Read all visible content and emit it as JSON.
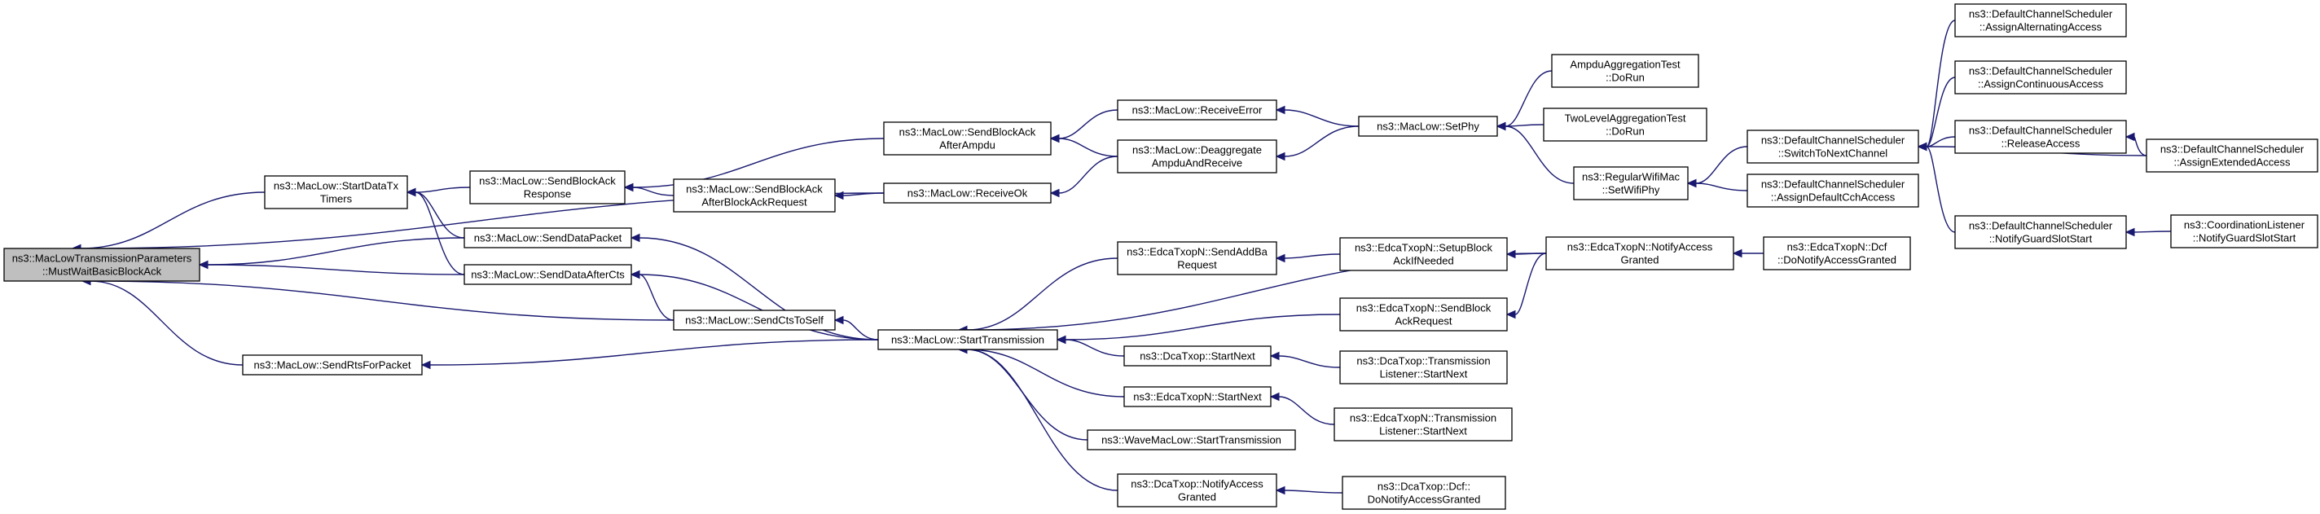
{
  "diagram": {
    "title": "",
    "nodes": [
      {
        "id": "n1",
        "lines": [
          "ns3::MacLowTransmissionParameters",
          "::MustWaitBasicBlockAck"
        ],
        "root": true
      },
      {
        "id": "n2",
        "lines": [
          "ns3::MacLow::StartDataTx",
          "Timers"
        ]
      },
      {
        "id": "n3",
        "lines": [
          "ns3::MacLow::SendDataPacket"
        ]
      },
      {
        "id": "n4",
        "lines": [
          "ns3::MacLow::SendDataAfterCts"
        ]
      },
      {
        "id": "n5",
        "lines": [
          "ns3::MacLow::SendRtsForPacket"
        ]
      },
      {
        "id": "n6",
        "lines": [
          "ns3::MacLow::SendBlockAck",
          "Response"
        ]
      },
      {
        "id": "n7",
        "lines": [
          "ns3::MacLow::SendBlockAck",
          "AfterBlockAckRequest"
        ]
      },
      {
        "id": "n8",
        "lines": [
          "ns3::MacLow::SendCtsToSelf"
        ]
      },
      {
        "id": "n9",
        "lines": [
          "ns3::MacLow::SendBlockAck",
          "AfterAmpdu"
        ]
      },
      {
        "id": "n10",
        "lines": [
          "ns3::MacLow::ReceiveOk"
        ]
      },
      {
        "id": "n11",
        "lines": [
          "ns3::MacLow::StartTransmission"
        ]
      },
      {
        "id": "n12",
        "lines": [
          "ns3::MacLow::ReceiveError"
        ]
      },
      {
        "id": "n13",
        "lines": [
          "ns3::MacLow::Deaggregate",
          "AmpduAndReceive"
        ]
      },
      {
        "id": "n14",
        "lines": [
          "ns3::EdcaTxopN::SendAddBa",
          "Request"
        ]
      },
      {
        "id": "n15",
        "lines": [
          "ns3::DcaTxop::StartNext"
        ]
      },
      {
        "id": "n16",
        "lines": [
          "ns3::EdcaTxopN::StartNext"
        ]
      },
      {
        "id": "n17",
        "lines": [
          "ns3::WaveMacLow::StartTransmission"
        ]
      },
      {
        "id": "n18",
        "lines": [
          "ns3::DcaTxop::NotifyAccess",
          "Granted"
        ]
      },
      {
        "id": "n19",
        "lines": [
          "ns3::MacLow::SetPhy"
        ]
      },
      {
        "id": "n20",
        "lines": [
          "ns3::EdcaTxopN::SetupBlock",
          "AckIfNeeded"
        ]
      },
      {
        "id": "n21",
        "lines": [
          "ns3::EdcaTxopN::SendBlock",
          "AckRequest"
        ]
      },
      {
        "id": "n22",
        "lines": [
          "ns3::DcaTxop::Transmission",
          "Listener::StartNext"
        ]
      },
      {
        "id": "n23",
        "lines": [
          "ns3::EdcaTxopN::Transmission",
          "Listener::StartNext"
        ]
      },
      {
        "id": "n24",
        "lines": [
          "ns3::DcaTxop::Dcf::",
          "DoNotifyAccessGranted"
        ]
      },
      {
        "id": "n25",
        "lines": [
          "AmpduAggregationTest",
          "::DoRun"
        ]
      },
      {
        "id": "n26",
        "lines": [
          "TwoLevelAggregationTest",
          "::DoRun"
        ]
      },
      {
        "id": "n27",
        "lines": [
          "ns3::RegularWifiMac",
          "::SetWifiPhy"
        ]
      },
      {
        "id": "n28",
        "lines": [
          "ns3::EdcaTxopN::NotifyAccess",
          "Granted"
        ]
      },
      {
        "id": "n29",
        "lines": [
          "ns3::DefaultChannelScheduler",
          "::SwitchToNextChannel"
        ]
      },
      {
        "id": "n30",
        "lines": [
          "ns3::DefaultChannelScheduler",
          "::AssignDefaultCchAccess"
        ]
      },
      {
        "id": "n31",
        "lines": [
          "ns3::EdcaTxopN::Dcf",
          "::DoNotifyAccessGranted"
        ]
      },
      {
        "id": "n32",
        "lines": [
          "ns3::DefaultChannelScheduler",
          "::AssignAlternatingAccess"
        ]
      },
      {
        "id": "n33",
        "lines": [
          "ns3::DefaultChannelScheduler",
          "::AssignContinuousAccess"
        ]
      },
      {
        "id": "n34",
        "lines": [
          "ns3::DefaultChannelScheduler",
          "::ReleaseAccess"
        ]
      },
      {
        "id": "n35",
        "lines": [
          "ns3::DefaultChannelScheduler",
          "::NotifyGuardSlotStart"
        ]
      },
      {
        "id": "n36",
        "lines": [
          "ns3::DefaultChannelScheduler",
          "::AssignExtendedAccess"
        ]
      },
      {
        "id": "n37",
        "lines": [
          "ns3::CoordinationListener",
          "::NotifyGuardSlotStart"
        ]
      }
    ],
    "edges": [
      {
        "from": "n2",
        "to": "n1"
      },
      {
        "from": "n3",
        "to": "n1"
      },
      {
        "from": "n4",
        "to": "n1"
      },
      {
        "from": "n5",
        "to": "n1"
      },
      {
        "from": "n8",
        "to": "n1"
      },
      {
        "from": "n10",
        "to": "n1"
      },
      {
        "from": "n6",
        "to": "n2"
      },
      {
        "from": "n3",
        "to": "n2"
      },
      {
        "from": "n4",
        "to": "n2"
      },
      {
        "from": "n11",
        "to": "n5"
      },
      {
        "from": "n11",
        "to": "n4"
      },
      {
        "from": "n11",
        "to": "n3"
      },
      {
        "from": "n11",
        "to": "n8"
      },
      {
        "from": "n8",
        "to": "n4"
      },
      {
        "from": "n7",
        "to": "n6"
      },
      {
        "from": "n9",
        "to": "n6"
      },
      {
        "from": "n10",
        "to": "n7"
      },
      {
        "from": "n12",
        "to": "n9"
      },
      {
        "from": "n13",
        "to": "n9"
      },
      {
        "from": "n13",
        "to": "n10"
      },
      {
        "from": "n19",
        "to": "n12"
      },
      {
        "from": "n19",
        "to": "n13"
      },
      {
        "from": "n25",
        "to": "n19"
      },
      {
        "from": "n26",
        "to": "n19"
      },
      {
        "from": "n27",
        "to": "n19"
      },
      {
        "from": "n30",
        "to": "n27"
      },
      {
        "from": "n29",
        "to": "n27"
      },
      {
        "from": "n32",
        "to": "n29"
      },
      {
        "from": "n33",
        "to": "n29"
      },
      {
        "from": "n34",
        "to": "n29"
      },
      {
        "from": "n36",
        "to": "n29"
      },
      {
        "from": "n35",
        "to": "n29"
      },
      {
        "from": "n36",
        "to": "n34"
      },
      {
        "from": "n37",
        "to": "n35"
      },
      {
        "from": "n14",
        "to": "n11"
      },
      {
        "from": "n15",
        "to": "n11"
      },
      {
        "from": "n16",
        "to": "n11"
      },
      {
        "from": "n17",
        "to": "n11"
      },
      {
        "from": "n18",
        "to": "n11"
      },
      {
        "from": "n21",
        "to": "n11"
      },
      {
        "from": "n28",
        "to": "n11"
      },
      {
        "from": "n20",
        "to": "n14"
      },
      {
        "from": "n28",
        "to": "n20"
      },
      {
        "from": "n28",
        "to": "n21"
      },
      {
        "from": "n31",
        "to": "n28"
      },
      {
        "from": "n22",
        "to": "n15"
      },
      {
        "from": "n23",
        "to": "n16"
      },
      {
        "from": "n24",
        "to": "n18"
      }
    ]
  }
}
